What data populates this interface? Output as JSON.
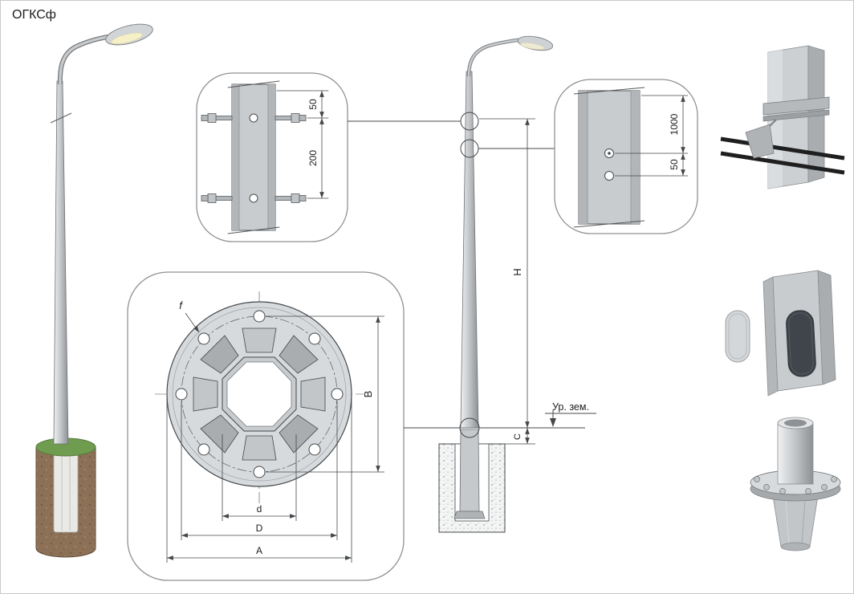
{
  "title": "ОГКСф",
  "palette": {
    "line": "#45484b",
    "steel_light": "#eff1f2",
    "steel_mid": "#c6c9cc",
    "steel_dark": "#8e9194",
    "soil": "#8d7156",
    "grass": "#6f9c4e"
  },
  "bolt_detail": {
    "dim_offset": "50",
    "dim_spacing": "200"
  },
  "hole_detail": {
    "dim_height": "1000",
    "dim_offset": "50"
  },
  "flange_plan": {
    "hole_label": "f",
    "dim_bolt_vertical": "B",
    "dim_octagon": "d",
    "dim_bolt_circle": "D",
    "dim_outer": "A"
  },
  "elevation": {
    "dim_height": "H",
    "dim_embed": "C",
    "ground_label": "Ур. зем."
  }
}
